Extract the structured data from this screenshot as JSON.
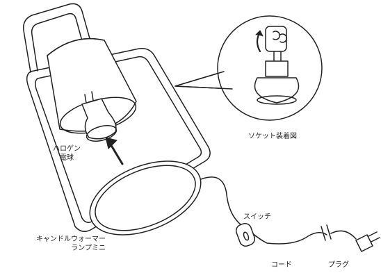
{
  "labels": {
    "halogen_line1": "ハロゲン",
    "halogen_line2": "電球",
    "socket_caption": "ソケット装着図",
    "lamp_line1": "キャンドルウォーマー",
    "lamp_line2": "ランプミニ",
    "switch": "スイッチ",
    "cord": "コード",
    "plug": "プラグ"
  },
  "colors": {
    "stroke": "#222222",
    "background": "#ffffff"
  }
}
